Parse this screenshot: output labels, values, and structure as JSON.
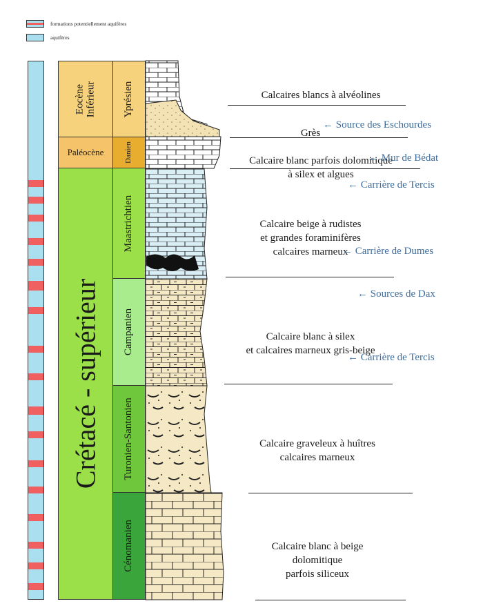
{
  "legend": {
    "potential_label": "formations potentiellement aquifères",
    "aquifer_label": "aquifères",
    "aquifer_color": "#a9dfef",
    "potential_color": "#f06060"
  },
  "era": {
    "label": "Crétacé - supérieur",
    "color": "#9be049"
  },
  "epochs": [
    {
      "label": "Eocène Inférieur",
      "color": "#f6d27c"
    },
    {
      "label": "Paléocène",
      "color": "#f4c36a"
    }
  ],
  "stages": [
    {
      "label": "Yprésien",
      "color": "#f6d27c"
    },
    {
      "label": "Danien",
      "color": "#e8ad2e"
    },
    {
      "label": "Maastrichtien",
      "color": "#9be049"
    },
    {
      "label": "Campanien",
      "color": "#a8ec8e"
    },
    {
      "label": "Turonien-Santonien",
      "color": "#6fc83c"
    },
    {
      "label": "Cénomanien",
      "color": "#3aa53a"
    }
  ],
  "descriptions": [
    "Calcaires blancs à alvéolines",
    "Grès",
    "Calcaire blanc parfois dolomitique\nà silex et algues",
    "Calcaire beige à rudistes\net grandes foraminifères\ncalcaires marneux",
    "Calcaire blanc à silex\net calcaires marneux gris-beige",
    "Calcaire graveleux à huîtres\ncalcaires marneux",
    "Calcaire blanc à beige\ndolomitique\nparfois siliceux"
  ],
  "sources": [
    "← Source des Eschourdes",
    "← Mur de Bédat",
    "← Carrière de Tercis",
    "← Carrière de Dumes",
    "← Sources de Dax",
    "← Carrière de Tercis"
  ],
  "lithology_colors": {
    "limestone_blue": "#d9eef5",
    "sandstone": "#f3e2b3",
    "limestone_beige": "#f5e8c4"
  }
}
